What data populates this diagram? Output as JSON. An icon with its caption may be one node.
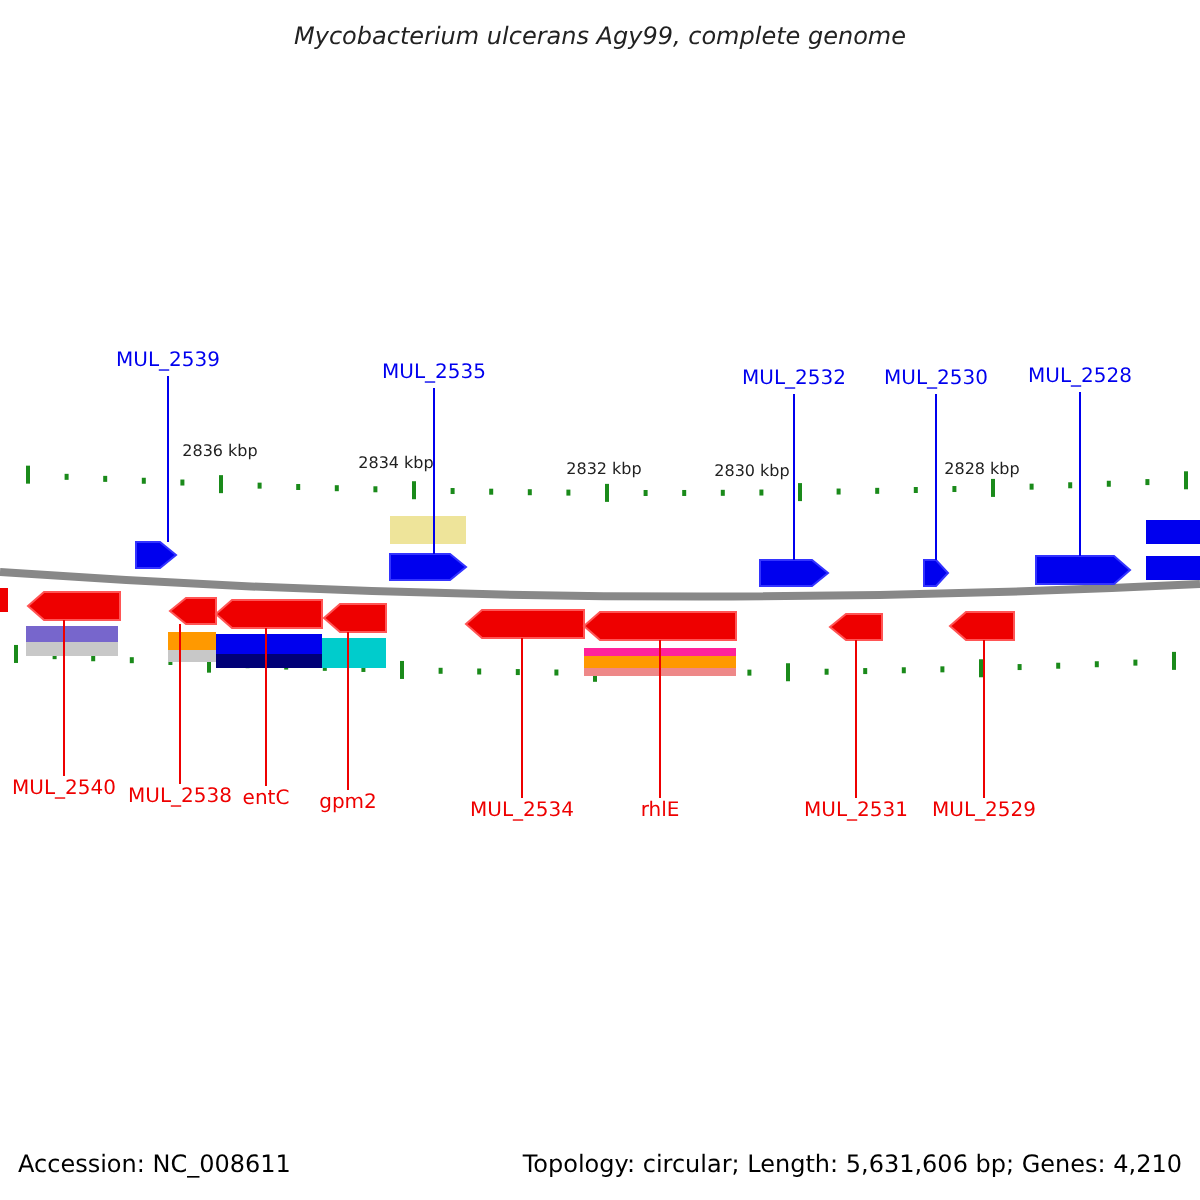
{
  "diagram": {
    "title": "Mycobacterium ulcerans Agy99, complete genome",
    "nodes": [
      {
        "text": [
          "MUL_2539"
        ]
      },
      {
        "text": [
          "MUL_2535"
        ]
      },
      {
        "text": [
          "MUL_2532"
        ]
      },
      {
        "text": [
          "MUL_2530"
        ]
      },
      {
        "text": [
          "MUL_2528"
        ]
      },
      {
        "text": [
          "MUL_2540"
        ]
      },
      {
        "text": [
          "MUL_2538"
        ]
      },
      {
        "text": [
          "entC"
        ]
      },
      {
        "text": [
          "gpm2"
        ]
      },
      {
        "text": [
          "MUL_2534"
        ]
      },
      {
        "text": [
          "rhlE"
        ]
      },
      {
        "text": [
          "MUL_2531"
        ]
      },
      {
        "text": [
          "MUL_2529"
        ]
      },
      {
        "text": [],
        "shape": "arrow"
      },
      {
        "text": [],
        "shape": "arrow"
      },
      {
        "text": [],
        "shape": "arrow"
      },
      {
        "text": [],
        "shape": "arrow"
      },
      {
        "text": [],
        "shape": "arrow"
      },
      {
        "text": [],
        "shape": "arrow"
      },
      {
        "text": [],
        "shape": "arrow"
      },
      {
        "text": [],
        "shape": "arrow"
      },
      {
        "text": [],
        "shape": "arrow"
      },
      {
        "text": [],
        "shape": "arrow"
      },
      {
        "text": [],
        "shape": "arrow"
      },
      {
        "text": [],
        "shape": "arrow"
      },
      {
        "text": [],
        "shape": "arrow"
      }
    ],
    "edges": [
      {
        "from": 0,
        "to": 13,
        "arrow": "none",
        "color": "#0000ee"
      },
      {
        "from": 1,
        "to": 14,
        "arrow": "none",
        "color": "#0000ee"
      },
      {
        "from": 2,
        "to": 15,
        "arrow": "none",
        "color": "#0000ee"
      },
      {
        "from": 3,
        "to": 16,
        "arrow": "none",
        "color": "#0000ee"
      },
      {
        "from": 4,
        "to": 17,
        "arrow": "none",
        "color": "#0000ee"
      },
      {
        "from": 5,
        "to": 18,
        "arrow": "none"
      },
      {
        "from": 6,
        "to": 19,
        "arrow": "none"
      },
      {
        "from": 7,
        "to": 20,
        "arrow": "none"
      },
      {
        "from": 8,
        "to": 21,
        "arrow": "none"
      },
      {
        "from": 9,
        "to": 22,
        "arrow": "none"
      },
      {
        "from": 10,
        "to": 23,
        "arrow": "none"
      },
      {
        "from": 11,
        "to": 24,
        "arrow": "none"
      },
      {
        "from": 12,
        "to": 25,
        "arrow": "none"
      }
    ],
    "labels": [
      "2836 kbp",
      "2834 kbp",
      "2832 kbp",
      "2830 kbp",
      "2828 kbp",
      "Accession: NC_008611",
      "Topology: circular; Length: 5,631,606 bp; Genes: 4,210"
    ]
  }
}
